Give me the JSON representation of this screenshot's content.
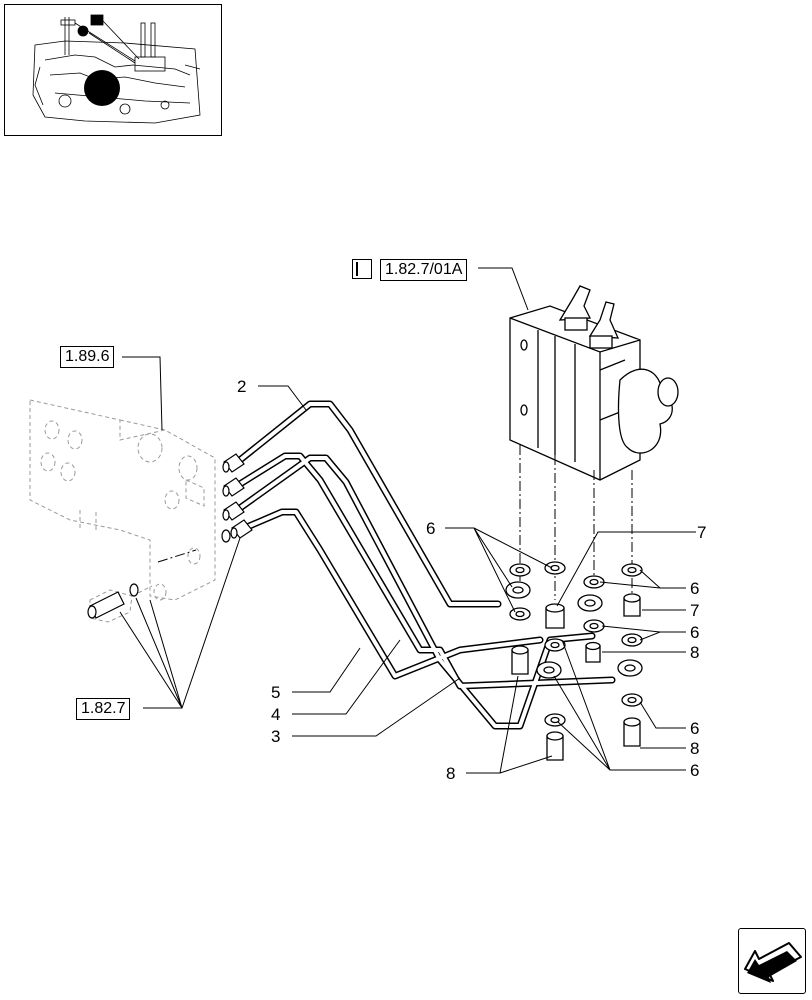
{
  "references": {
    "valve_ref": "1.82.7/01A",
    "bracket_ref": "1.89.6",
    "coupler_ref": "1.82.7"
  },
  "callouts": [
    "2",
    "6",
    "7",
    "6",
    "7",
    "6",
    "8",
    "5",
    "4",
    "3",
    "6",
    "8",
    "8",
    "6"
  ],
  "colors": {
    "line": "#000000",
    "ghost": "#9a9a9a",
    "background": "#ffffff"
  },
  "icons": {
    "nav": "arrow-left-down-icon",
    "thumbnail": "tractor-overview-icon"
  }
}
